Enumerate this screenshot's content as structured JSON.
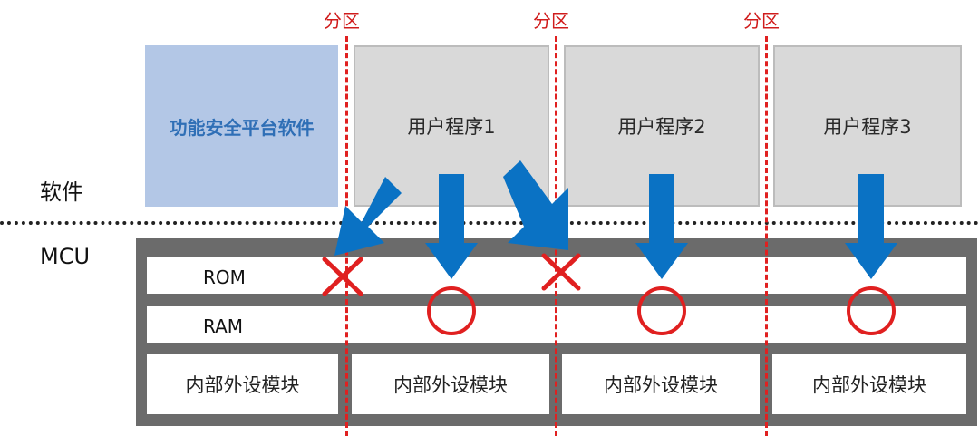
{
  "labels": {
    "software": "软件",
    "mcu": "MCU",
    "partition": "分区"
  },
  "software_boxes": {
    "safety_platform": "功能安全平台软件",
    "user_program_1": "用户程序1",
    "user_program_2": "用户程序2",
    "user_program_3": "用户程序3"
  },
  "memory": {
    "rom": "ROM",
    "ram": "RAM"
  },
  "peripherals": [
    "内部外设模块",
    "内部外设模块",
    "内部外设模块",
    "内部外设模块"
  ],
  "colors": {
    "arrow": "#0a72c4",
    "partition_line": "#e02020",
    "mark": "#e02020",
    "safety_box": "#b3c7e6",
    "user_box": "#d9d9d9",
    "mcu_frame": "#6b6b6b"
  }
}
